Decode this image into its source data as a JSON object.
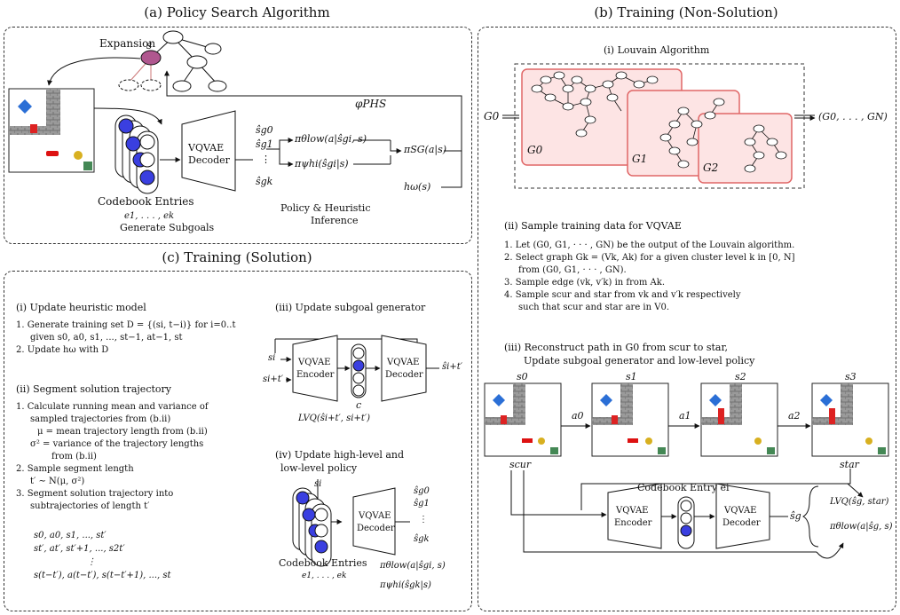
{
  "panels": {
    "a_title": "(a) Policy Search Algorithm",
    "b_title": "(b) Training (Non-Solution)",
    "c_title": "(c) Training (Solution)"
  },
  "panel_a": {
    "expansion": "Expansion",
    "s": "s",
    "phi_phs": "φPHS",
    "codebook_entries": "Codebook Entries",
    "codebook_range": "e1, . . . , ek",
    "generate_subgoals": "Generate Subgoals",
    "vqvae": "VQVAE",
    "decoder": "Decoder",
    "subgoals": [
      "ŝg0",
      "ŝg1",
      "⋮",
      "ŝgk"
    ],
    "pi_low": "πθlow(a|ŝgi, s)",
    "pi_hi": "πψhi(ŝgi|s)",
    "pi_sg": "πSG(a|s)",
    "h_omega": "hω(s)",
    "inference": "Policy & Heuristic",
    "inference2": "Inference"
  },
  "panel_b": {
    "louvain_title": "(i) Louvain Algorithm",
    "g0_in": "G0",
    "g_out": "(G0, . . . , GN)",
    "graph_labels": [
      "G0",
      "G1",
      "G2"
    ],
    "sample_title": "(ii) Sample training data for VQVAE",
    "sample_items": [
      "Let (G0, G1, · · · , GN) be the output of the Louvain algorithm.",
      "Select graph Gk = (Vk, Ak) for a given cluster level k in [0, N]",
      "from (G0, G1, · · · , GN).",
      "Sample edge (vk, v′k) in from Ak.",
      "Sample scur and star from vk and v′k respectively",
      "such that scur and star are in V0."
    ],
    "reconstruct_title": "(iii) Reconstruct path in G0 from scur to star,",
    "reconstruct_title2": "Update subgoal generator and low-level policy",
    "states": [
      "s0",
      "s1",
      "s2",
      "s3"
    ],
    "actions": [
      "a0",
      "a1",
      "a2"
    ],
    "s_cur": "scur",
    "s_tar": "star",
    "codebook_entry": "Codebook Entry ei",
    "encoder": "Encoder",
    "decoder": "Decoder",
    "vqvae": "VQVAE",
    "s_g": "ŝg",
    "loss_vq": "LVQ(ŝg, star)",
    "pi_low": "πθlow(a|ŝg, s)"
  },
  "panel_c": {
    "heur_title": "(i) Update heuristic model",
    "heur_items": [
      "Generate training set D = {(si, t−i)} for i=0..t",
      "given s0, a0, s1, ..., st−1, at−1, st",
      "Update hω with D"
    ],
    "seg_title": "(ii) Segment solution trajectory",
    "seg_items": [
      "Calculate running mean and variance of",
      "sampled trajectories from (b.ii)",
      "μ = mean trajectory length from (b.ii)",
      "σ² = variance of the trajectory lengths",
      "from (b.ii)",
      "Sample segment length",
      "t′ ∼ N(μ, σ²)",
      "Segment solution trajectory into",
      "subtrajectories of length t′"
    ],
    "traj_lines": [
      "s0, a0, s1, ..., st′",
      "st′, at′, st′+1, ..., s2t′",
      "⋮",
      "s(t−t′), a(t−t′), s(t−t′+1), ..., st"
    ],
    "sg_title": "(iii) Update subgoal generator",
    "si": "si",
    "sit": "si+t′",
    "encoder": "Encoder",
    "decoder": "Decoder",
    "vqvae": "VQVAE",
    "c": "c",
    "s_hat": "ŝi+t′",
    "loss": "LVQ(ŝi+t′, si+t′)",
    "hl_title": "(iv) Update high-level and",
    "hl_title2": "low-level policy",
    "codebook_entries": "Codebook Entries",
    "codebook_range": "e1, . . . , ek",
    "subgoals": [
      "ŝg0",
      "ŝg1",
      "⋮",
      "ŝgk"
    ],
    "pi_low": "πθlow(a|ŝgi, s)",
    "pi_hi": "πψhi(ŝgk|s)"
  }
}
